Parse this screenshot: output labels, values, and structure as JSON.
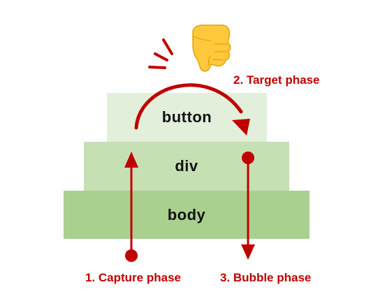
{
  "layers": {
    "button": {
      "label": "button",
      "color": "#E2EFDA"
    },
    "div": {
      "label": "div",
      "color": "#C6E0B4"
    },
    "body": {
      "label": "body",
      "color": "#A9D08E"
    }
  },
  "phases": {
    "capture": "1. Capture phase",
    "target": "2. Target phase",
    "bubble": "3. Bubble phase"
  },
  "colors": {
    "arrow": "#C00000",
    "label": "#C00000",
    "hand": "#FFC83D"
  },
  "icons": {
    "hand": "pointing-down-hand-icon"
  }
}
